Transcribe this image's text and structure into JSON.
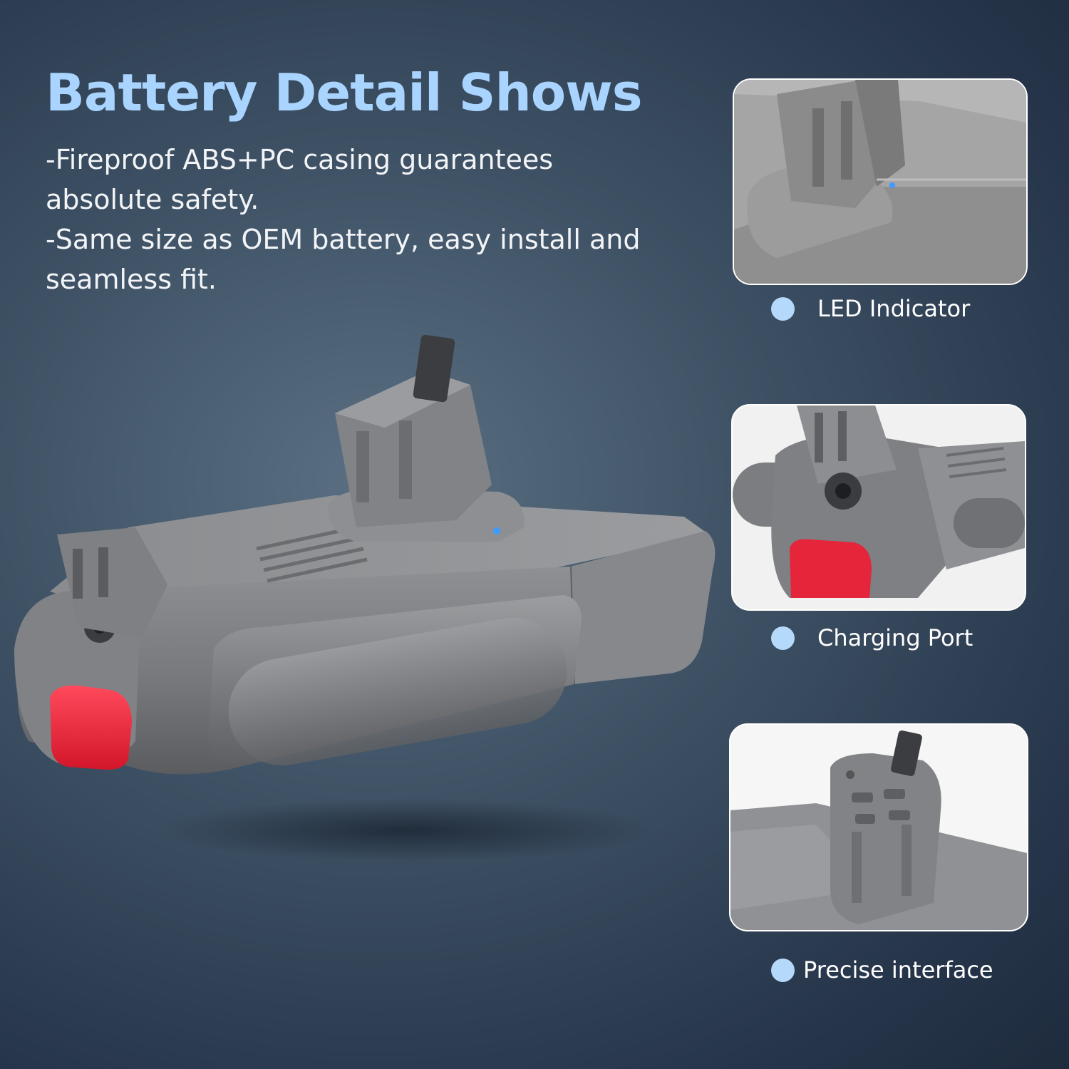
{
  "headline": "Battery Detail Shows",
  "description": [
    "-Fireproof ABS+PC casing guarantees absolute safety.",
    "-Same size as OEM battery, easy install and seamless fit."
  ],
  "colors": {
    "headline": "#a9d4ff",
    "bullet": "#b4d9fb",
    "battery_body": "#7d7f82",
    "release_button": "#e5253a",
    "led": "#3f9bff"
  },
  "details": [
    {
      "label": "LED Indicator"
    },
    {
      "label": "Charging Port"
    },
    {
      "label": "Precise interface"
    }
  ]
}
